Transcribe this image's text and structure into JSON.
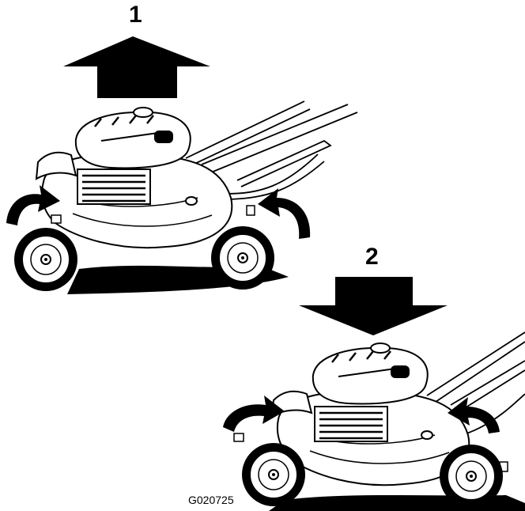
{
  "figure": {
    "code": "G020725",
    "steps": [
      {
        "label": "1",
        "action": "raise"
      },
      {
        "label": "2",
        "action": "lower"
      }
    ]
  }
}
